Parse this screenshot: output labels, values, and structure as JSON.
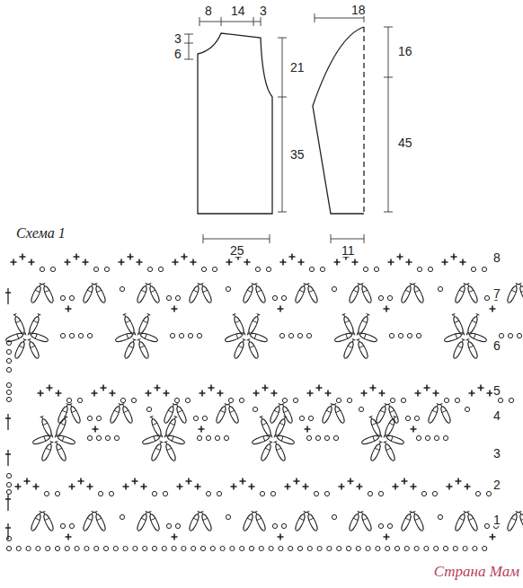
{
  "diagram": {
    "labels": [
      "8",
      "14",
      "3",
      "3",
      "6",
      "21",
      "35",
      "25",
      "18",
      "16",
      "45",
      "11",
      "Схема 1",
      "8",
      "7",
      "6",
      "5",
      "4",
      "3",
      "2",
      "1",
      "Страна Мам"
    ]
  }
}
